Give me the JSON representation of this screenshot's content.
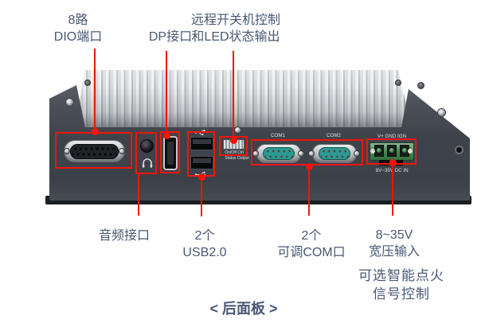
{
  "diagram": {
    "caption": "< 后面板 >",
    "top_annotations": [
      {
        "id": "dio",
        "lines": [
          "8路",
          "DIO端口"
        ]
      },
      {
        "id": "dp",
        "lines": [
          "DP接口"
        ]
      },
      {
        "id": "remote",
        "lines": [
          "远程开关机控制",
          "和LED状态输出"
        ]
      }
    ],
    "bottom_annotations": [
      {
        "id": "audio",
        "lines": [
          "音频接口"
        ]
      },
      {
        "id": "usb",
        "lines": [
          "2个",
          "USB2.0"
        ]
      },
      {
        "id": "com",
        "lines": [
          "2个",
          "可调COM口"
        ]
      },
      {
        "id": "power",
        "lines": [
          "8~35V",
          "宽压输入"
        ]
      },
      {
        "id": "ignition",
        "lines": [
          "可选智能点火",
          "信号控制"
        ]
      }
    ]
  },
  "device_prints": {
    "com1": "COM1",
    "com2": "COM2",
    "power_pins": "V+ GND IGN",
    "power_range": "8V~35V DC IN",
    "onoff_line1": "On/Off Ctrl",
    "onoff_line2": "Status Output"
  },
  "colors": {
    "annotation_red": "#f21507",
    "label_text": "#495775",
    "chassis_gray": "#42464d",
    "heatsink_silver": "#d8dadd",
    "com_teal": "#2d9a92",
    "power_green": "#4c8a58"
  }
}
